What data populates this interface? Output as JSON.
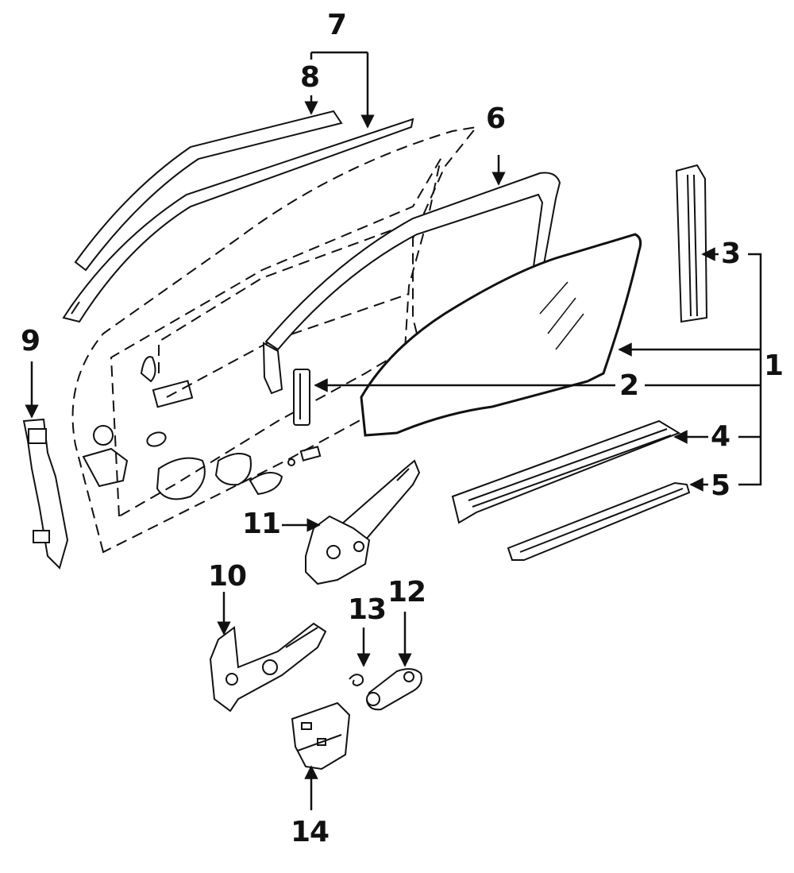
{
  "diagram": {
    "labels": [
      "1",
      "2",
      "3",
      "4",
      "5",
      "6",
      "7",
      "8",
      "9",
      "10",
      "11",
      "12",
      "13",
      "14"
    ],
    "ink_color": "#111111",
    "background": "#ffffff"
  }
}
